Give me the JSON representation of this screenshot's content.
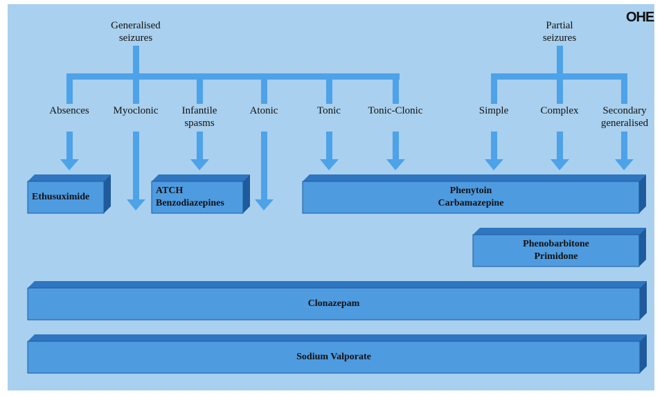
{
  "logo": {
    "text": "OHE"
  },
  "groups": {
    "generalised": {
      "line1": "Generalised",
      "line2": "seizures"
    },
    "partial": {
      "line1": "Partial",
      "line2": "seizures"
    }
  },
  "seizure_types": {
    "absences": "Absences",
    "myoclonic": "Myoclonic",
    "infantile_1": "Infantile",
    "infantile_2": "spasms",
    "atonic": "Atonic",
    "tonic": "Tonic",
    "tonic_clonic": "Tonic-Clonic",
    "simple": "Simple",
    "complex": "Complex",
    "secondary_1": "Secondary",
    "secondary_2": "generalised"
  },
  "drugs": {
    "ethusuximide": "Ethusuximide",
    "atch_1": "ATCH",
    "atch_2": "Benzodiazepines",
    "phenytoin_1": "Phenytoin",
    "phenytoin_2": "Carbamazepine",
    "pheno_1": "Phenobarbitone",
    "pheno_2": "Primidone",
    "clonazepam": "Clonazepam",
    "valporate": "Sodium Valporate"
  },
  "colors": {
    "panel": "#a9d0ee",
    "box_front": "#4e9be0",
    "box_top": "#2f75c0",
    "box_side": "#1f5a9c",
    "arrow": "#4da2e8"
  }
}
